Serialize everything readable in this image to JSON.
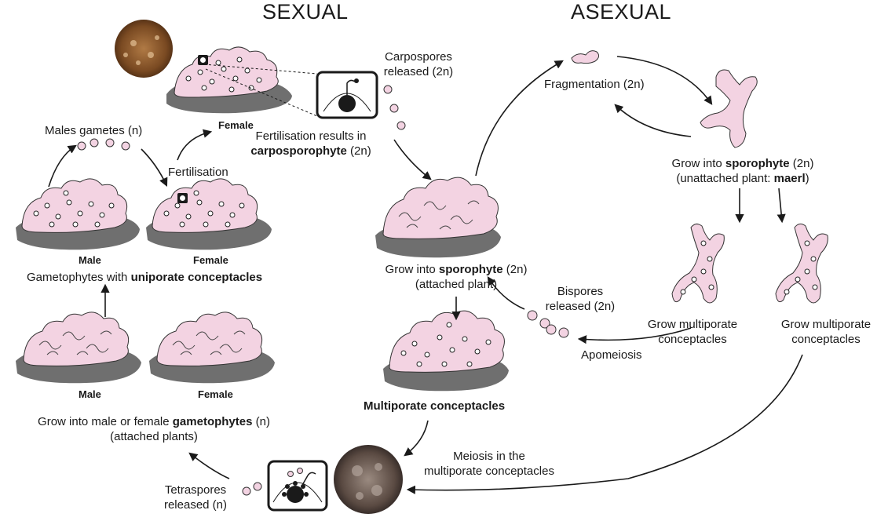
{
  "titles": {
    "sexual": "SEXUAL",
    "asexual": "ASEXUAL"
  },
  "labels": {
    "carpospores": [
      "Carpospores",
      "released (2n)"
    ],
    "fragmentation": "Fragmentation (2n)",
    "female_top": "Female",
    "fertilisation_result": [
      "Fertilisation results in",
      "carposporophyte",
      " (2n)"
    ],
    "males_gametes": "Males gametes (n)",
    "fertilisation": "Fertilisation",
    "grow_sporophyte_maerl": [
      "Grow into ",
      "sporophyte",
      " (2n)",
      "(unattached plant: ",
      "maerl",
      ")"
    ],
    "male_1": "Male",
    "female_1": "Female",
    "gametophytes_uniporate": [
      "Gametophytes with ",
      "uniporate conceptacles"
    ],
    "grow_sporophyte_attached": [
      "Grow into ",
      "sporophyte",
      " (2n)",
      "(attached plant)"
    ],
    "bispores": [
      "Bispores",
      "released (2n)"
    ],
    "grow_multiporate_1": [
      "Grow multiporate",
      "conceptacles"
    ],
    "grow_multiporate_2": [
      "Grow multiporate",
      "conceptacles"
    ],
    "apomeiosis": "Apomeiosis",
    "male_2": "Male",
    "female_2": "Female",
    "multiporate_conceptacles": "Multiporate conceptacles",
    "grow_gametophytes": [
      "Grow into male or female ",
      "gametophytes",
      " (n)",
      "(attached plants)"
    ],
    "meiosis": [
      "Meiosis in the",
      "multiporate conceptacles"
    ],
    "tetraspores": [
      "Tetraspores",
      "released (n)"
    ]
  },
  "colors": {
    "plant_pink": "#f3d3e2",
    "rock_grey": "#6f6f6f",
    "line": "#1a1a1a",
    "photo_brown": "#8a5a2b"
  }
}
